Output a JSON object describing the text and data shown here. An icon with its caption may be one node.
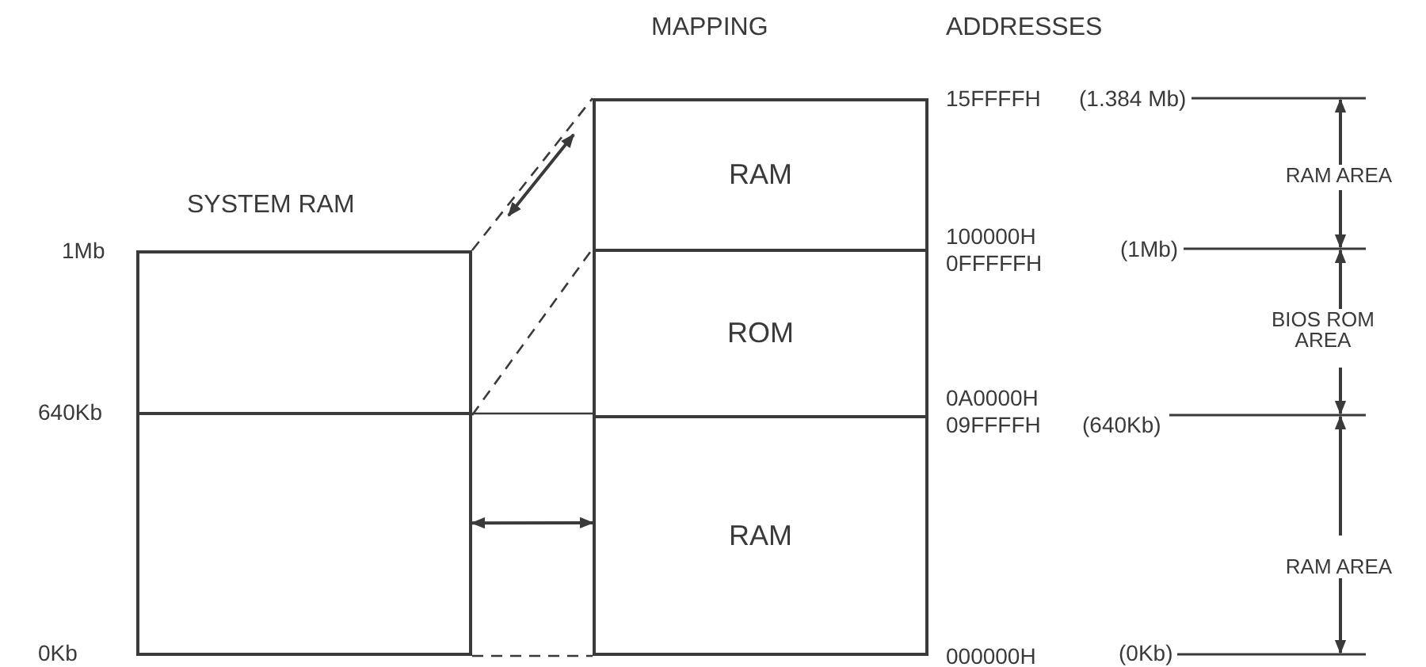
{
  "diagram": {
    "nodes": [
      {
        "text": [],
        "shape": "box"
      },
      {
        "text": [],
        "shape": "box"
      },
      {
        "text": [
          "RAM"
        ]
      },
      {
        "text": [
          "ROM"
        ]
      },
      {
        "text": [
          "RAM"
        ]
      }
    ],
    "edges": [
      {
        "from": 0,
        "to": 2,
        "arrow": "none",
        "style": "dashed"
      },
      {
        "from": 0,
        "to": 3,
        "arrow": "none",
        "style": "dashed"
      },
      {
        "from": 1,
        "to": 4,
        "arrow": "none",
        "style": "dashed"
      },
      {
        "from": 1,
        "to": 4,
        "arrow": "both"
      }
    ],
    "labels": [
      "MAPPING",
      "ADDRESSES",
      "15FFFFH",
      "(1.384 Mb)",
      "RAM AREA",
      "SYSTEM RAM",
      "1Mb",
      "100000H",
      "(1Mb)",
      "0FFFFFH",
      "BIOS ROM AREA",
      "640Kb",
      "0A0000H",
      "09FFFFH",
      "(640Kb)",
      "RAM AREA",
      "0Kb",
      "000000H",
      "(0Kb)"
    ]
  }
}
